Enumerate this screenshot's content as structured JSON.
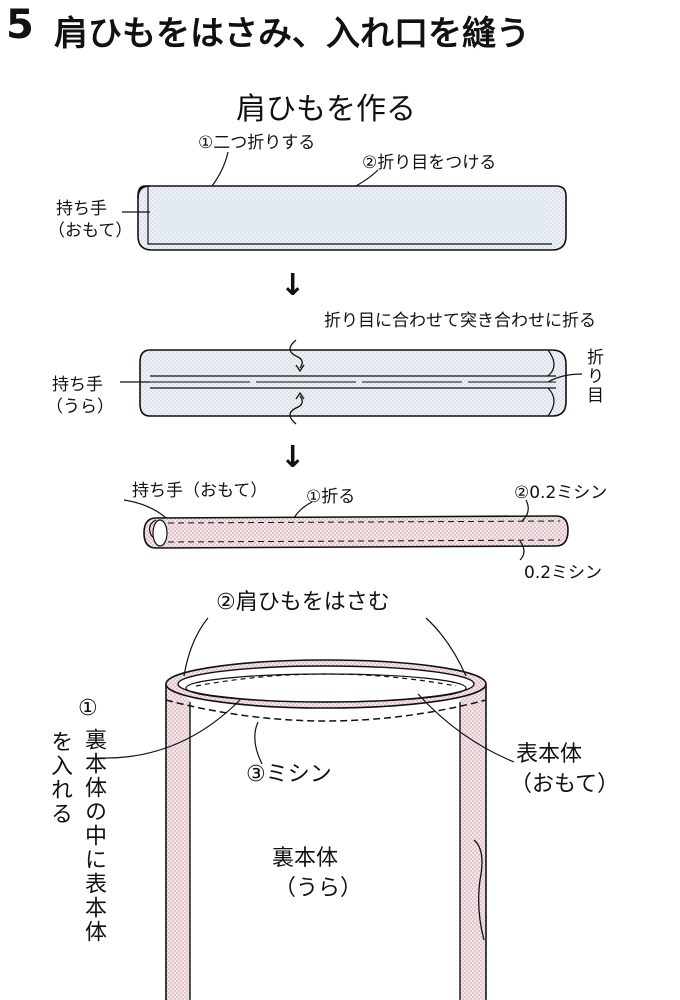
{
  "step": {
    "number": "5",
    "title": "肩ひもをはさみ、入れ口を縫う"
  },
  "section_title": "肩ひもを作る",
  "stage1": {
    "note1": "①二つ折りする",
    "note2": "②折り目をつける",
    "side_label": [
      "持ち手",
      "（おもて）"
    ]
  },
  "stage2": {
    "instruction": "折り目に合わせて突き合わせに折る",
    "side_label": [
      "持ち手",
      "（うら）"
    ],
    "fold_label": "折り目"
  },
  "stage3": {
    "side_label": "持ち手（おもて）",
    "fold_note": "①折る",
    "stitch_top": "②0.2ミシン",
    "stitch_bottom": "0.2ミシン"
  },
  "assembly": {
    "top_note": "②肩ひもをはさむ",
    "circle_num": "①",
    "left_note": [
      "裏本体の中に表本体",
      "を入れる"
    ],
    "stitch_note": "③ミシン",
    "outer_label": [
      "表本体",
      "（おもて）"
    ],
    "inner_label": [
      "裏本体",
      "（うら）"
    ]
  },
  "icons": [
    "down-arrow-icon",
    "down-arrow-icon",
    "fold-arrow-icon"
  ],
  "colors": {
    "ink": "#111111",
    "strap_fill": "#e9edf2",
    "strap_pink": "#f6e8ea",
    "seam_pink": "#d9b8bd"
  }
}
